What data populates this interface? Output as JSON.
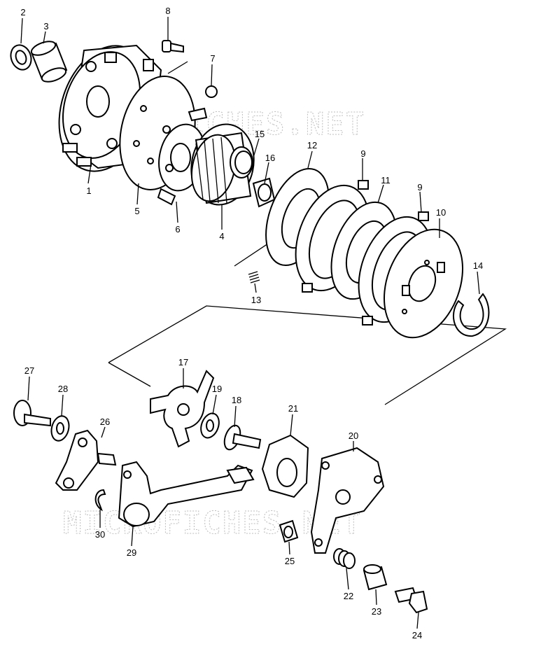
{
  "watermark": "MICROFICHES.NET",
  "callouts": [
    "1",
    "2",
    "3",
    "4",
    "5",
    "6",
    "7",
    "8",
    "9",
    "10",
    "11",
    "12",
    "13",
    "14",
    "15",
    "16",
    "17",
    "18",
    "19",
    "20",
    "21",
    "22",
    "23",
    "24",
    "25",
    "26",
    "27",
    "28",
    "29",
    "30"
  ],
  "callout_9_second": "9"
}
